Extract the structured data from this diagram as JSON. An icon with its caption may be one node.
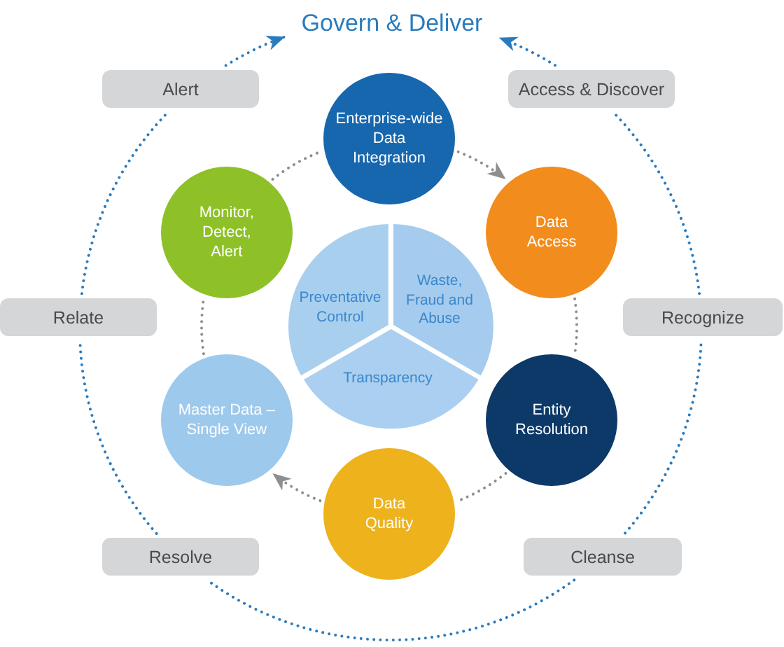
{
  "diagram": {
    "nodes": [
      {
        "text": [
          "Govern & Deliver"
        ]
      },
      {
        "text": [
          "Alert"
        ]
      },
      {
        "text": [
          "Access & Discover"
        ]
      },
      {
        "text": [
          "Enterprise-wide Data Integration"
        ]
      },
      {
        "text": [
          "Monitor, Detect, Alert"
        ]
      },
      {
        "text": [
          "Data Access"
        ]
      },
      {
        "text": [
          "Relate"
        ]
      },
      {
        "text": [
          "Preventative Control"
        ]
      },
      {
        "text": [
          "Waste, Fraud and Abuse"
        ]
      },
      {
        "text": [
          "Recognize"
        ]
      },
      {
        "text": [
          "Transparency"
        ]
      },
      {
        "text": [
          "Master Data – Single View"
        ]
      },
      {
        "text": [
          "Entity Resolution"
        ]
      },
      {
        "text": [
          "Data Quality"
        ]
      },
      {
        "text": [
          "Resolve"
        ]
      },
      {
        "text": [
          "Cleanse"
        ]
      }
    ],
    "edges": [
      {
        "from": 1,
        "to": 0,
        "arrow": "to",
        "style": "dashed"
      },
      {
        "from": 2,
        "to": 0,
        "arrow": "to",
        "style": "dashed"
      },
      {
        "from": 9,
        "to": 2,
        "arrow": "none",
        "style": "dashed"
      },
      {
        "from": 15,
        "to": 9,
        "arrow": "none",
        "style": "dashed"
      },
      {
        "from": 15,
        "to": 14,
        "arrow": "none",
        "style": "dashed"
      },
      {
        "from": 14,
        "to": 6,
        "arrow": "none",
        "style": "dashed"
      },
      {
        "from": 6,
        "to": 1,
        "arrow": "none",
        "style": "dashed"
      },
      {
        "from": 3,
        "to": 5,
        "arrow": "to",
        "style": "dashed",
        "color": "#8e8e8e"
      },
      {
        "from": 5,
        "to": 12,
        "arrow": "none",
        "style": "dashed",
        "color": "#8e8e8e"
      },
      {
        "from": 12,
        "to": 13,
        "arrow": "none",
        "style": "dashed",
        "color": "#8e8e8e"
      },
      {
        "from": 13,
        "to": 11,
        "arrow": "to",
        "style": "dashed",
        "color": "#8e8e8e"
      },
      {
        "from": 11,
        "to": 4,
        "arrow": "none",
        "style": "dashed",
        "color": "#8e8e8e"
      },
      {
        "from": 4,
        "to": 3,
        "arrow": "none",
        "style": "dashed",
        "color": "#8e8e8e"
      }
    ]
  }
}
